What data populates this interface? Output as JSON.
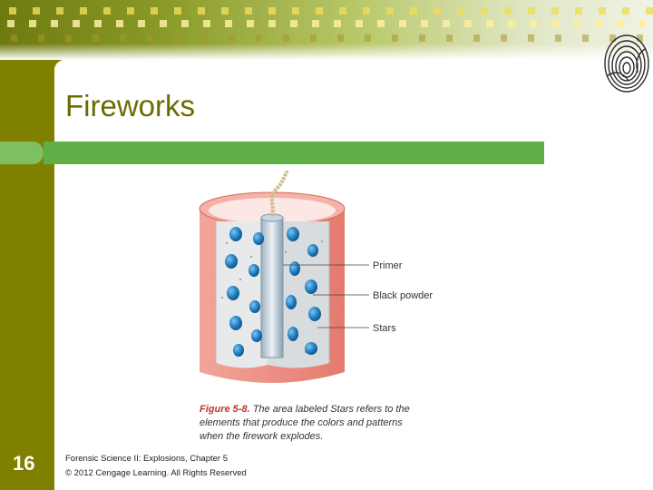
{
  "slide": {
    "title": "Fireworks",
    "number": "16"
  },
  "figure": {
    "labels": {
      "primer": "Primer",
      "black_powder": "Black powder",
      "stars": "Stars"
    },
    "caption_label": "Figure 5-8.",
    "caption_text": "The area labeled Stars refers to the elements that produce the colors and patterns when the firework explodes."
  },
  "footer": {
    "line1": "Forensic Science II: Explosions, Chapter 5",
    "line2": "© 2012 Cengage Learning. All Rights Reserved"
  },
  "colors": {
    "accent_olive": "#808000",
    "title": "#6b6b00",
    "divider_green": "#5fae46",
    "star_blue": "#1e7fc0",
    "casing_pink": "#e9857a",
    "caption_red": "#c2342c"
  },
  "icons": [
    "fingerprint-icon"
  ]
}
